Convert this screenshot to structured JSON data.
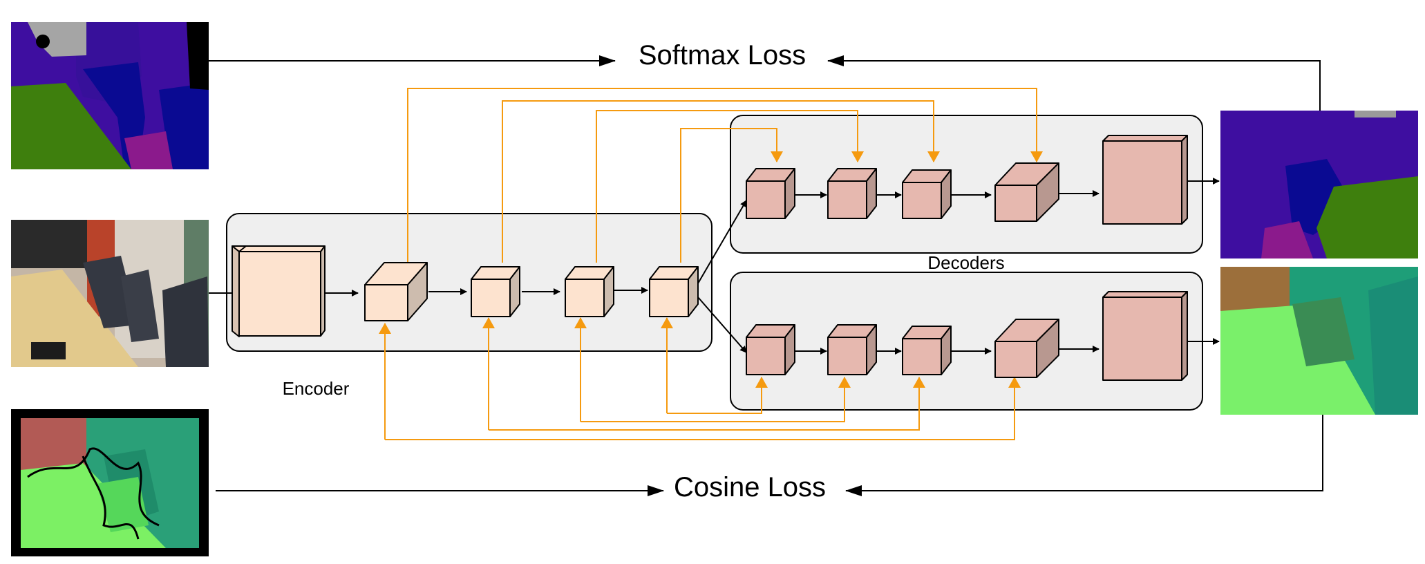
{
  "labels": {
    "softmax_loss": "Softmax Loss",
    "cosine_loss": "Cosine Loss",
    "encoder": "Encoder",
    "decoders": "Decoders"
  },
  "images": {
    "input": "rgb-input-photo (conference room)",
    "segmentation_ground_truth": "semantic-segmentation-ground-truth",
    "segmentation_prediction": "semantic-segmentation-prediction",
    "normals_ground_truth": "surface-normals-ground-truth",
    "normals_prediction": "surface-normals-prediction"
  },
  "colors": {
    "encoder_block": "#fde3cf",
    "decoder_block": "#e6b8af",
    "skip_connection": "#f59a0f",
    "panel_fill": "#efefef",
    "seg_purple": "#3e0ea0",
    "seg_blue": "#0a0a92",
    "seg_green": "#3e7f0d",
    "seg_magenta": "#8b1a8c",
    "normal_green": "#7af06a",
    "normal_teal": "#1e9e78"
  }
}
